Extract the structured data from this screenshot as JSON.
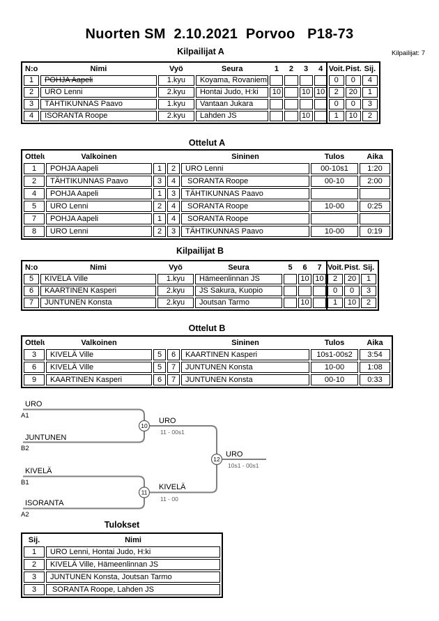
{
  "page": {
    "title": "Nuorten SM  2.10.2021  Porvoo   P18-73",
    "participants_note": "Kilpailijat: 7"
  },
  "colors": {
    "border": "#000000",
    "bracket_line": "#7f7f7f",
    "score_text": "#595959",
    "background": "#ffffff"
  },
  "competitors_a": {
    "title": "Kilpailijat A",
    "headers": [
      "N:o",
      "Nimi",
      "Vyö",
      "Seura",
      "1",
      "2",
      "3",
      "4",
      "Voit.",
      "Pist.",
      "Sij."
    ],
    "rows": [
      {
        "no": "1",
        "name": "POHJA Aapeli",
        "withdrawn": true,
        "belt": "1.kyu",
        "club": "Koyama, Rovaniemi",
        "r": [
          "",
          "",
          "",
          ""
        ],
        "wins": "0",
        "points": "0",
        "place": "4"
      },
      {
        "no": "2",
        "name": "URO Lenni",
        "withdrawn": false,
        "belt": "2.kyu",
        "club": "Hontai Judo, H:ki",
        "r": [
          "10",
          "",
          "10",
          "10"
        ],
        "wins": "2",
        "points": "20",
        "place": "1"
      },
      {
        "no": "3",
        "name": "TÄHTIKUNNAS Paavo",
        "withdrawn": false,
        "belt": "1.kyu",
        "club": "Vantaan Jukara",
        "r": [
          "",
          "",
          "",
          ""
        ],
        "wins": "0",
        "points": "0",
        "place": "3"
      },
      {
        "no": "4",
        "name": "ISORANTA Roope",
        "withdrawn": false,
        "belt": "2.kyu",
        "club": "Lahden JS",
        "r": [
          "",
          "",
          "10",
          ""
        ],
        "wins": "1",
        "points": "10",
        "place": "2"
      }
    ]
  },
  "matches_a": {
    "title": "Ottelut A",
    "headers": [
      "Ottelu",
      "Valkoinen",
      "",
      "",
      "Sininen",
      "Tulos",
      "Aika"
    ],
    "rows": [
      [
        "1",
        "POHJA Aapeli",
        "1",
        "2",
        "URO Lenni",
        "00-10s1",
        "1:20"
      ],
      [
        "2",
        "TÄHTIKUNNAS Paavo",
        "3",
        "4",
        " SORANTA Roope",
        "00-10",
        "2:00"
      ],
      [
        "4",
        "POHJA Aapeli",
        "1",
        "3",
        "TÄHTIKUNNAS Paavo",
        "",
        ""
      ],
      [
        "5",
        "URO Lenni",
        "2",
        "4",
        " SORANTA Roope",
        "10-00",
        "0:25"
      ],
      [
        "7",
        "POHJA Aapeli",
        "1",
        "4",
        " SORANTA Roope",
        "",
        ""
      ],
      [
        "8",
        "URO Lenni",
        "2",
        "3",
        "TÄHTIKUNNAS Paavo",
        "10-00",
        "0:19"
      ]
    ]
  },
  "competitors_b": {
    "title": "Kilpailijat B",
    "headers": [
      "N:o",
      "Nimi",
      "Vyö",
      "Seura",
      "5",
      "6",
      "7",
      "Voit.",
      "Pist.",
      "Sij."
    ],
    "rows": [
      {
        "no": "5",
        "name": "KIVELÄ Ville",
        "withdrawn": false,
        "belt": "1.kyu",
        "club": "Hämeenlinnan JS",
        "r": [
          "",
          "10",
          "10"
        ],
        "wins": "2",
        "points": "20",
        "place": "1"
      },
      {
        "no": "6",
        "name": "KAARTINEN Kasperi",
        "withdrawn": false,
        "belt": "2.kyu",
        "club": "JS Sakura, Kuopio",
        "r": [
          "",
          "",
          ""
        ],
        "wins": "0",
        "points": "0",
        "place": "3"
      },
      {
        "no": "7",
        "name": "JUNTUNEN Konsta",
        "withdrawn": false,
        "belt": "2.kyu",
        "club": "Joutsan Tarmo",
        "r": [
          "",
          "10",
          ""
        ],
        "wins": "1",
        "points": "10",
        "place": "2"
      }
    ]
  },
  "matches_b": {
    "title": "Ottelut B",
    "headers": [
      "Ottelu",
      "Valkoinen",
      "",
      "",
      "Sininen",
      "Tulos",
      "Aika"
    ],
    "rows": [
      [
        "3",
        "KIVELÄ Ville",
        "5",
        "6",
        "KAARTINEN Kasperi",
        "10s1-00s2",
        "3:54"
      ],
      [
        "6",
        "KIVELÄ Ville",
        "5",
        "7",
        "JUNTUNEN Konsta",
        "10-00",
        "1:08"
      ],
      [
        "9",
        "KAARTINEN Kasperi",
        "6",
        "7",
        "JUNTUNEN Konsta",
        "00-10",
        "0:33"
      ]
    ]
  },
  "bracket": {
    "semifinals": [
      {
        "match_no": "10",
        "top_name": "URO",
        "top_seed": "A1",
        "bottom_name": "JUNTUNEN",
        "bottom_seed": "B2",
        "winner": "URO",
        "score": "11 - 00s1"
      },
      {
        "match_no": "11",
        "top_name": "KIVELÄ",
        "top_seed": "B1",
        "bottom_name": "ISORANTA",
        "bottom_seed": "A2",
        "winner": "KIVELÄ",
        "score": "11 - 00"
      }
    ],
    "final": {
      "match_no": "12",
      "winner": "URO",
      "score": "10s1 - 00s1"
    }
  },
  "results": {
    "title": "Tulokset",
    "headers": [
      "Sij.",
      "Nimi"
    ],
    "rows": [
      [
        "1",
        "URO Lenni, Hontai Judo, H:ki"
      ],
      [
        "2",
        "KIVELÄ Ville, Hämeenlinnan JS"
      ],
      [
        "3",
        "JUNTUNEN Konsta, Joutsan Tarmo"
      ],
      [
        "3",
        " SORANTA Roope, Lahden JS"
      ]
    ]
  }
}
